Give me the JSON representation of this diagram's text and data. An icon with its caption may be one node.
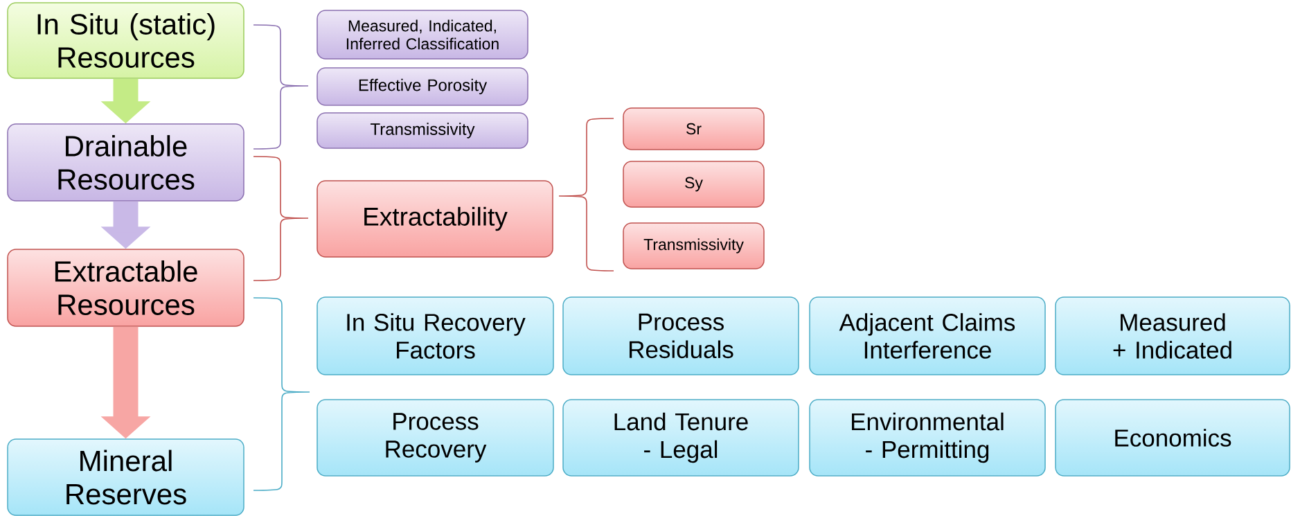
{
  "diagram": {
    "nodes": [
      {
        "text": [
          "In Situ (static) Resources"
        ]
      },
      {
        "text": [
          "Drainable Resources"
        ]
      },
      {
        "text": [
          "Extractable Resources"
        ]
      },
      {
        "text": [
          "Mineral Reserves"
        ]
      },
      {
        "text": [
          "Measured, Indicated, Inferred Classification"
        ]
      },
      {
        "text": [
          "Effective Porosity"
        ]
      },
      {
        "text": [
          "Transmissivity"
        ]
      },
      {
        "text": [
          "Extractability"
        ]
      },
      {
        "text": [
          "Sr"
        ]
      },
      {
        "text": [
          "Sy"
        ]
      },
      {
        "text": [
          "Transmissivity"
        ]
      },
      {
        "text": [
          "In Situ Recovery Factors"
        ]
      },
      {
        "text": [
          "Process Residuals"
        ]
      },
      {
        "text": [
          "Adjacent Claims Interference"
        ]
      },
      {
        "text": [
          "Measured + Indicated"
        ]
      },
      {
        "text": [
          "Process Recovery"
        ]
      },
      {
        "text": [
          "Land Tenure - Legal"
        ]
      },
      {
        "text": [
          "Environmental - Permitting"
        ]
      },
      {
        "text": [
          "Economics"
        ]
      }
    ],
    "edges": [
      {
        "from": 0,
        "to": 1,
        "arrow": "to",
        "color": "#c4eb86"
      },
      {
        "from": 1,
        "to": 2,
        "arrow": "to",
        "color": "#c9b9e7"
      },
      {
        "from": 2,
        "to": 3,
        "arrow": "to",
        "color": "#f7a6a4"
      }
    ]
  }
}
